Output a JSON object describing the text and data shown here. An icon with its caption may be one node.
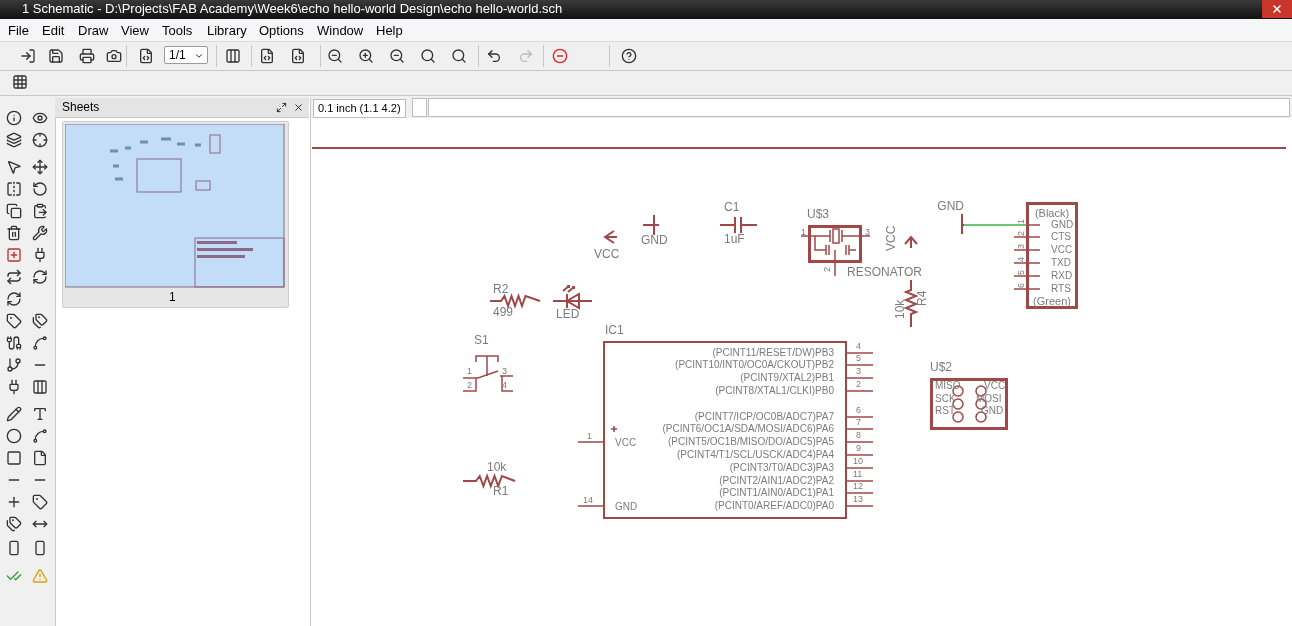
{
  "diagram": {
    "title": "1 Schematic - D:\\Projects\\FAB Academy\\Week6\\echo hello-world Design\\echo hello-world.sch",
    "nodes": [
      {
        "text": [
          "IC1",
          "VCC",
          "GND",
          "(PCINT11/RESET/DW)PB3",
          "(PCINT10/INT0/OC0A/CKOUT)PB2",
          "(PCINT9/XTAL2)PB1",
          "(PCINT8/XTAL1/CLKI)PB0",
          "(PCINT7/ICP/OC0B/ADC7)PA7",
          "(PCINT6/OC1A/SDA/MOSI/ADC6)PA6",
          "(PCINT5/OC1B/MISO/DO/ADC5)PA5",
          "(PCINT4/T1/SCL/USCK/ADC4)PA4",
          "(PCINT3/T0/ADC3)PA3",
          "(PCINT2/AIN1/ADC2)PA2",
          "(PCINT1/AIN0/ADC1)PA1",
          "(PCINT0/AREF/ADC0)PA0"
        ]
      },
      {
        "text": [
          "U$3"
        ],
        "beside": [
          "RESONATOR"
        ]
      },
      {
        "text": [
          "(Black)",
          "GND",
          "CTS",
          "VCC",
          "TXD",
          "RXD",
          "RTS",
          "(Green)"
        ]
      },
      {
        "text": [
          "U$2",
          "MISO",
          "VCC",
          "SCK",
          "MOSI",
          "RST",
          "GND"
        ]
      },
      {
        "text": [
          "GND"
        ]
      }
    ],
    "edges": [
      {
        "from": 4,
        "to": 2,
        "arrow": "none",
        "color": "#3cb043"
      }
    ],
    "labels": [
      "File",
      "Edit",
      "Draw",
      "View",
      "Tools",
      "Library",
      "Options",
      "Window",
      "Help",
      "1/1",
      "Sheets",
      "1",
      "0.1 inch (1.1 4.2)",
      "VCC",
      "GND",
      "C1",
      "1uF",
      "1",
      "3",
      "2",
      "VCC",
      "R2",
      "499",
      "LED",
      "10k",
      "R4",
      "S1",
      "1",
      "3",
      "2",
      "4",
      "4",
      "5",
      "3",
      "2",
      "6",
      "7",
      "8",
      "9",
      "10",
      "11",
      "12",
      "13",
      "1",
      "14",
      "10k",
      "R1",
      "1",
      "2",
      "3",
      "4",
      "5",
      "6"
    ]
  }
}
